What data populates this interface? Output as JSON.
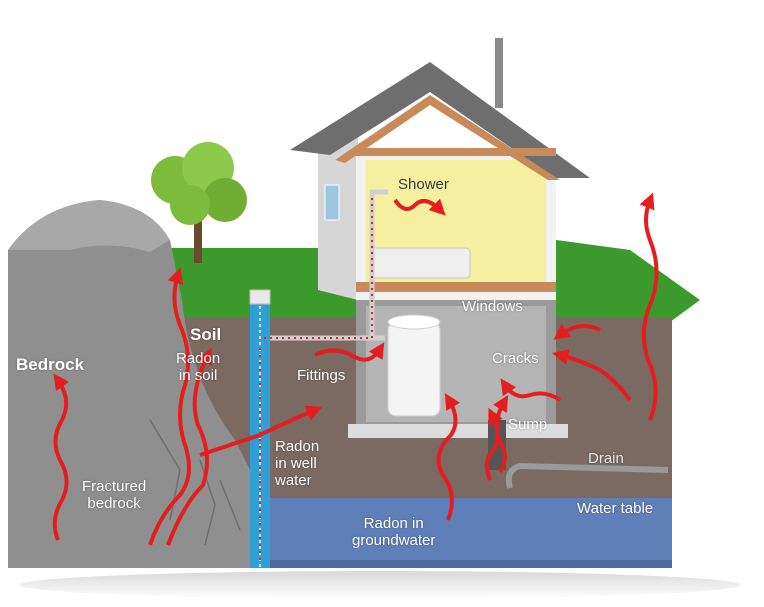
{
  "labels": {
    "bedrock": "Bedrock",
    "soil": "Soil",
    "radon_in_soil": "Radon\nin soil",
    "fittings": "Fittings",
    "radon_in_well_water": "Radon\nin well\nwater",
    "fractured_bedrock": "Fractured\nbedrock",
    "radon_in_groundwater": "Radon in\ngroundwater",
    "shower": "Shower",
    "windows": "Windows",
    "cracks": "Cracks",
    "sump": "Sump",
    "drain": "Drain",
    "water_table": "Water table"
  },
  "colors": {
    "sky": "#ffffff",
    "grass": "#3c9a2c",
    "soil": "#7a6a62",
    "bedrock": "#8f8f8f",
    "groundwater": "#5f7fb8",
    "well": "#2f9fd8",
    "radon_arrow": "#e41e1e",
    "roof": "#6e6e6e",
    "roof_trim": "#c98a5a",
    "interior_light": "#f5f0a0"
  }
}
